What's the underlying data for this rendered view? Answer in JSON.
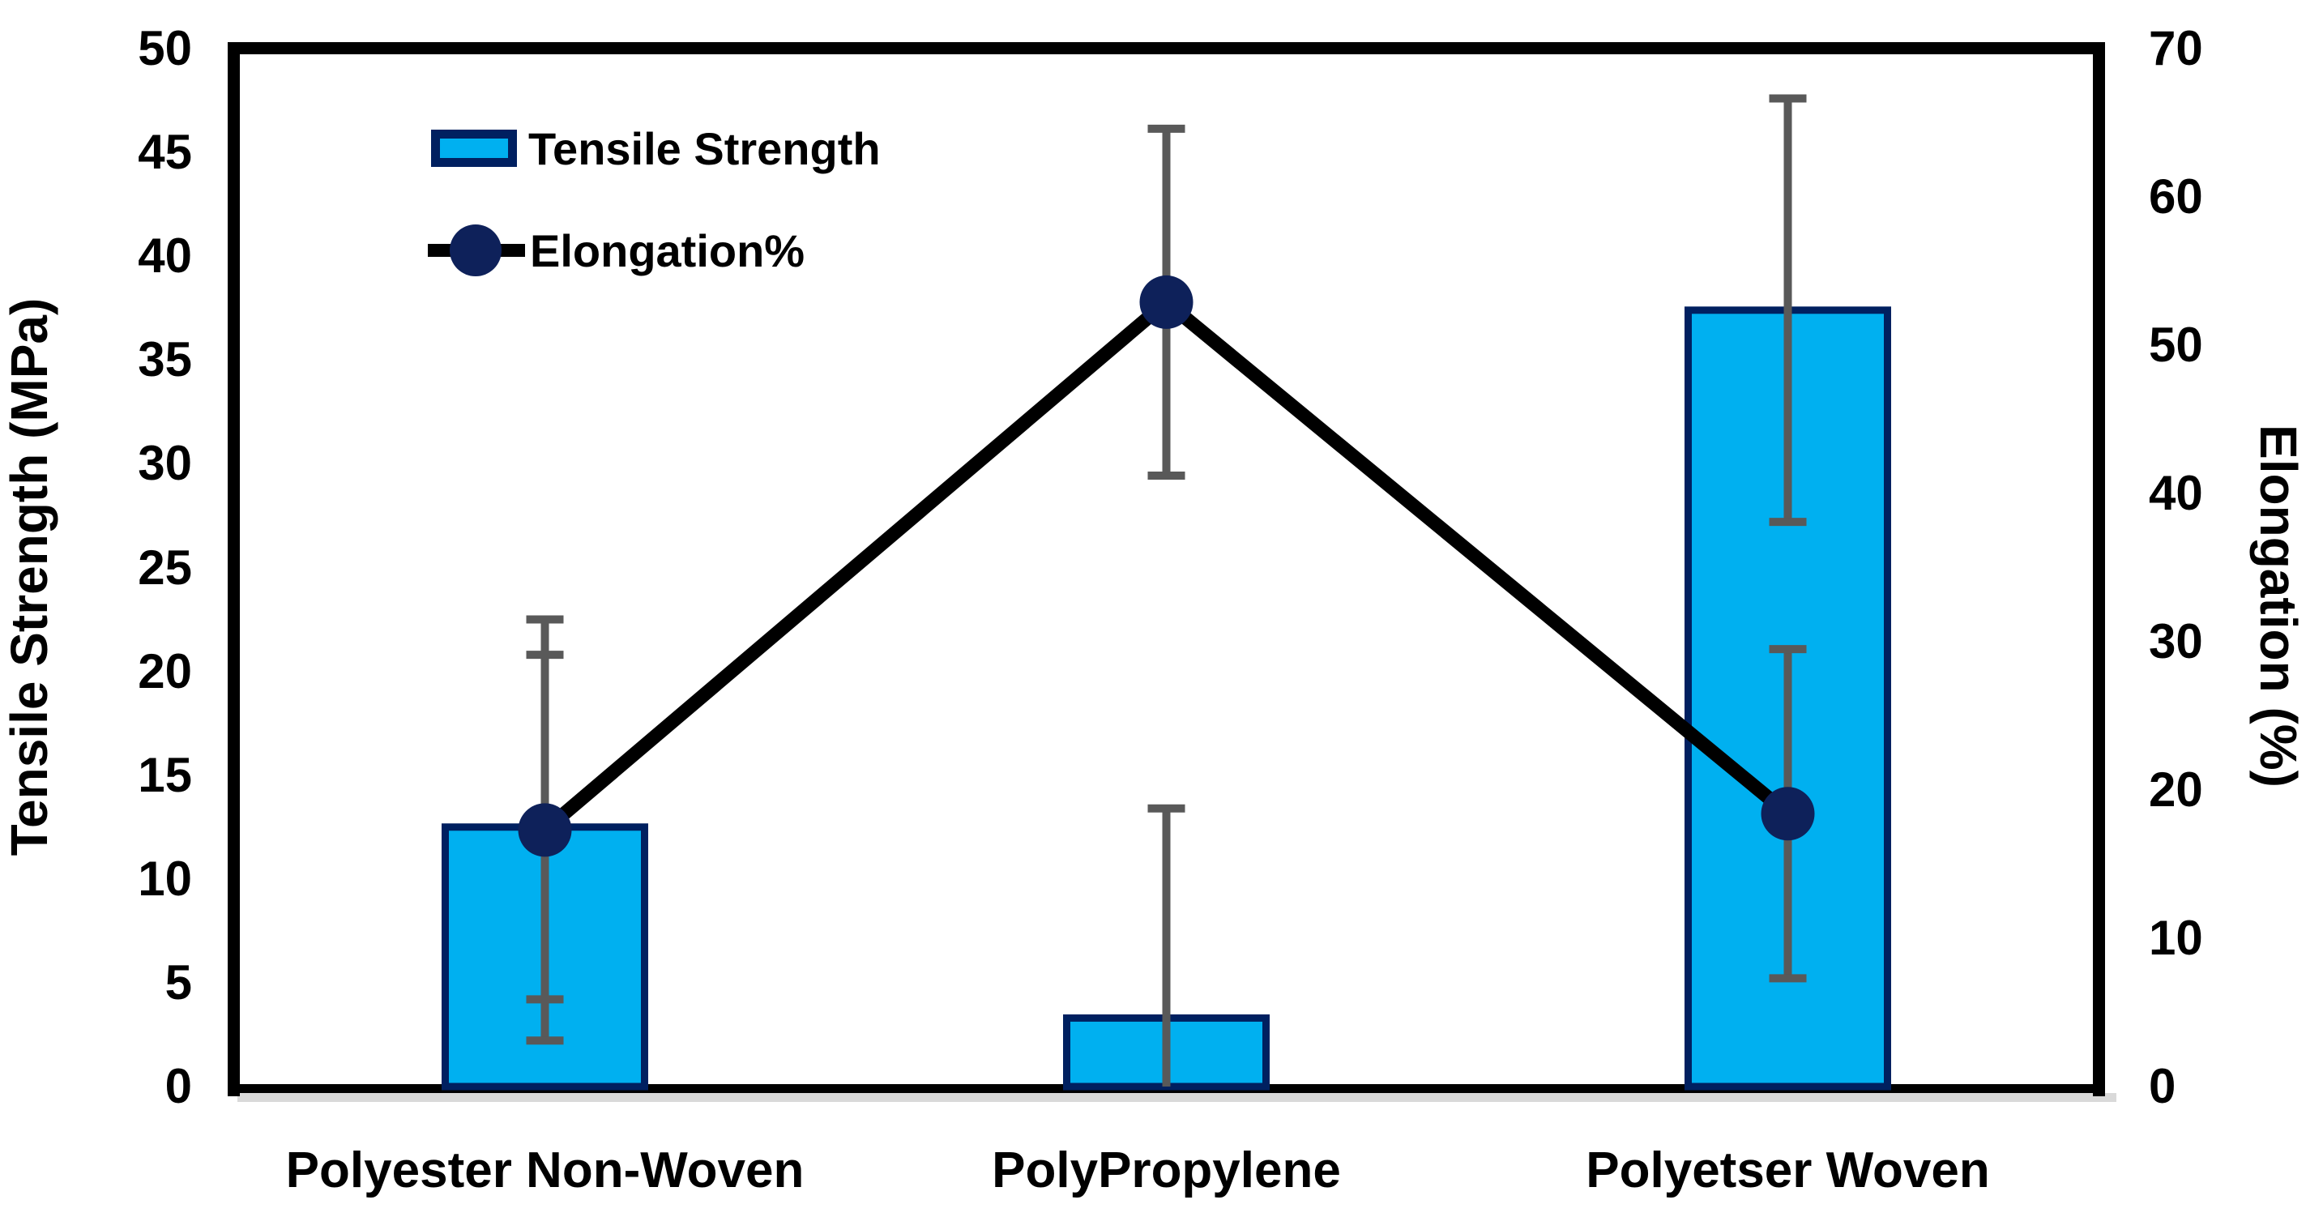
{
  "chart_data": {
    "type": "combo-bar-line-dual-axis",
    "title": "",
    "categories": [
      "Polyester Non-Woven",
      "PolyPropylene",
      "Polyetser Woven"
    ],
    "series": [
      {
        "name": "Tensile Strength",
        "type": "bar",
        "axis": "left",
        "values": [
          12.5,
          3.3,
          37.4
        ],
        "error_bars": [
          8.3,
          10.1,
          10.2
        ]
      },
      {
        "name": "Elongation%",
        "type": "line",
        "axis": "right",
        "values": [
          17.3,
          52.9,
          18.4
        ],
        "error_bars": [
          14.2,
          11.7,
          11.1
        ]
      }
    ],
    "left_axis": {
      "title": "Tensile Strength (MPa)",
      "min": 0,
      "max": 50,
      "step": 5,
      "ticks": [
        "0",
        "5",
        "10",
        "15",
        "20",
        "25",
        "30",
        "35",
        "40",
        "45",
        "50"
      ]
    },
    "right_axis": {
      "title": "Elongation (%)",
      "min": 0,
      "max": 70,
      "step": 10,
      "ticks": [
        "0",
        "10",
        "20",
        "30",
        "40",
        "50",
        "60",
        "70"
      ]
    },
    "legend": {
      "position": "top-left-inside",
      "items": [
        {
          "label": "Tensile Strength",
          "marker": "bar-swatch"
        },
        {
          "label": "Elongation%",
          "marker": "line-dot"
        }
      ]
    },
    "grid": "off",
    "colors": {
      "bar_fill": "#00B0F0",
      "bar_border": "#002060",
      "line": "#000000",
      "point_fill": "#0E215A",
      "error_bar": "#595959",
      "axis_frame": "#000000",
      "baseline_shadow": "#D9D9D9",
      "text": "#000000"
    }
  }
}
